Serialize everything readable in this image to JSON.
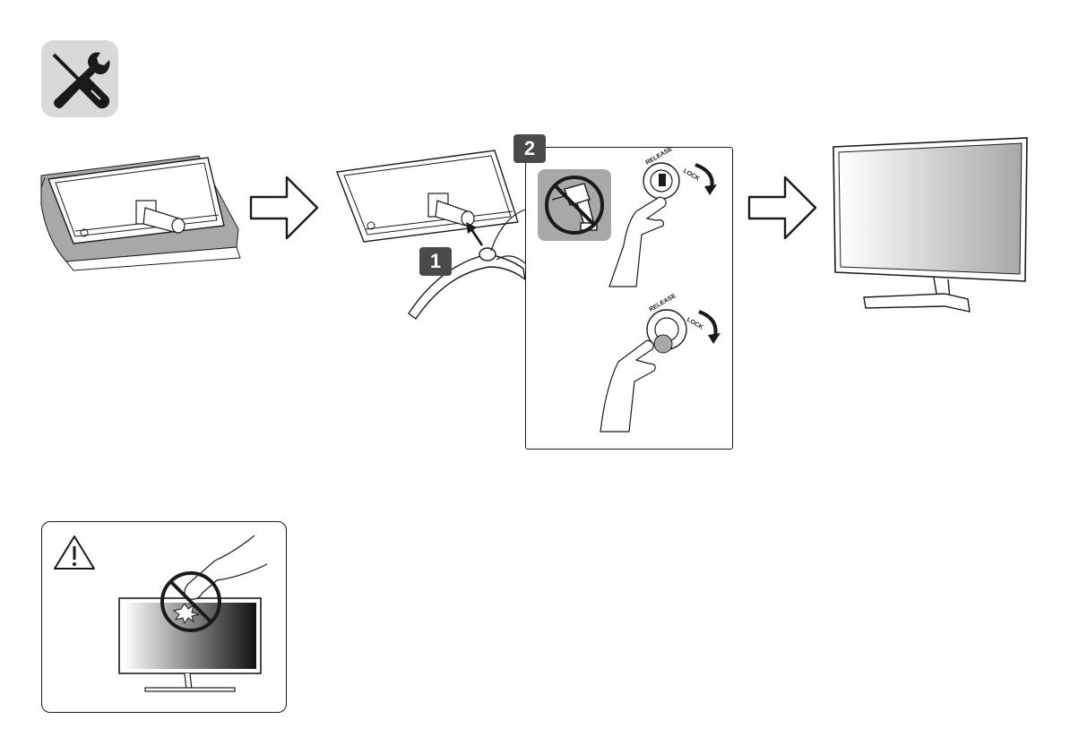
{
  "tools_icon": {
    "icon": "tools-icon",
    "bg_color": "#d9d9d9"
  },
  "steps": [
    {
      "number": "1"
    },
    {
      "number": "2"
    }
  ],
  "detail_panel": {
    "no_drill_icon": "no-power-drill-icon",
    "dial_release_label": "RELEASE",
    "dial_lock_label": "LOCK"
  },
  "caution_panel": {
    "icon": "warning-triangle-icon",
    "prohibition_icon": "no-touch-screen-icon"
  },
  "colors": {
    "line": "#1a1a1a",
    "badge": "#4a4a4a",
    "shadow_gray": "#a8a8a8",
    "icon_bg": "#d9d9d9"
  }
}
